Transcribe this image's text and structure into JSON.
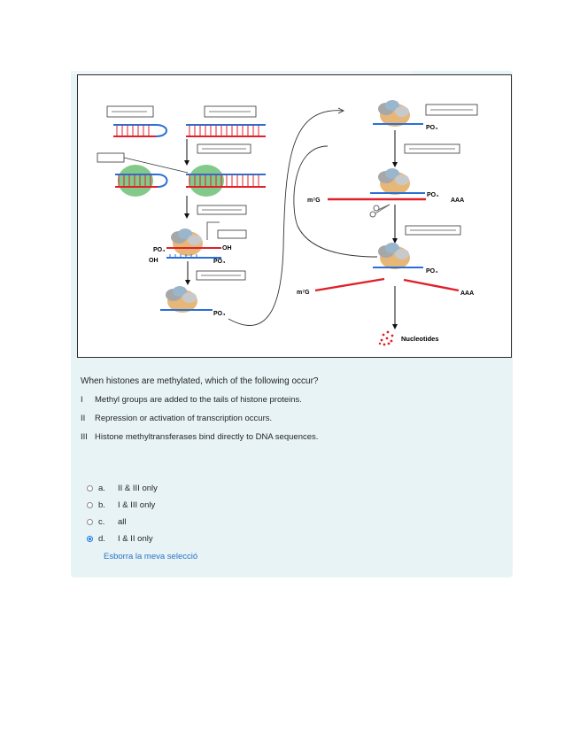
{
  "figure": {
    "label_m7g_1": "m⁷G",
    "label_aaa_1": "AAA",
    "label_m7g_2": "m⁷G",
    "label_aaa_2": "AAA",
    "label_po4": "PO₄",
    "label_oh": "OH",
    "label_nucleotides": "Nucleotides"
  },
  "question": {
    "text": "When histones are methylated, which of the following occur?",
    "statements": [
      {
        "num": "I",
        "text": "Methyl groups are added to the tails of histone proteins."
      },
      {
        "num": "II",
        "text": "Repression or activation of transcription occurs."
      },
      {
        "num": "III",
        "text": "Histone methyltransferases bind directly to DNA sequences."
      }
    ]
  },
  "options": [
    {
      "letter": "a.",
      "text": "II & III only",
      "selected": false
    },
    {
      "letter": "b.",
      "text": "I & III only",
      "selected": false
    },
    {
      "letter": "c.",
      "text": "all",
      "selected": false
    },
    {
      "letter": "d.",
      "text": "I & II only",
      "selected": true
    }
  ],
  "clear_selection": "Esborra la meva selecció",
  "colors": {
    "accent": "#1a73e8",
    "card": "#e7f3f5",
    "rna_red": "#e0202a",
    "dna_blue": "#2b6fd6"
  }
}
